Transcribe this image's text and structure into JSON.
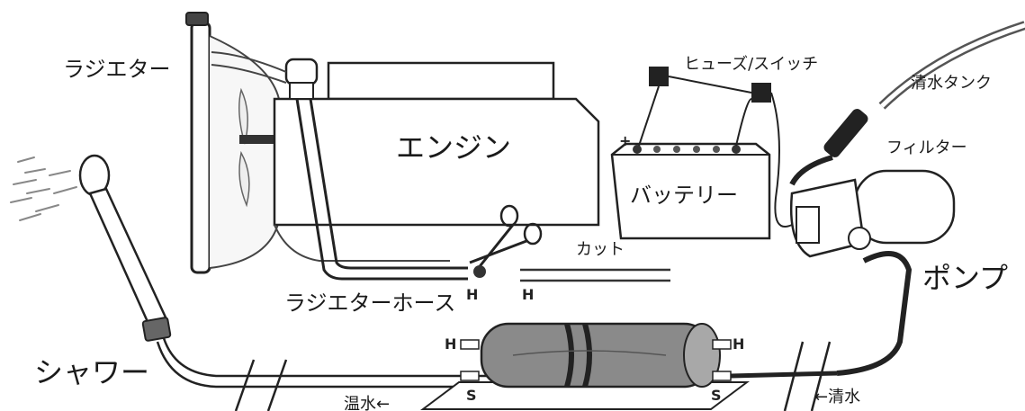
{
  "labels": {
    "radiator": "ラジエター",
    "engine": "エンジン",
    "fuse_switch": "ヒューズ/スイッチ",
    "fresh_water_tank": "清水タンク",
    "filter": "フィルター",
    "battery": "バッテリー",
    "cut": "カット",
    "pump": "ポンプ",
    "radiator_hose": "ラジエターホース",
    "shower": "シャワー",
    "hot_water": "温水←",
    "fresh_water": "←清水"
  },
  "markers": {
    "h": "H",
    "s": "S",
    "plus": "+"
  }
}
